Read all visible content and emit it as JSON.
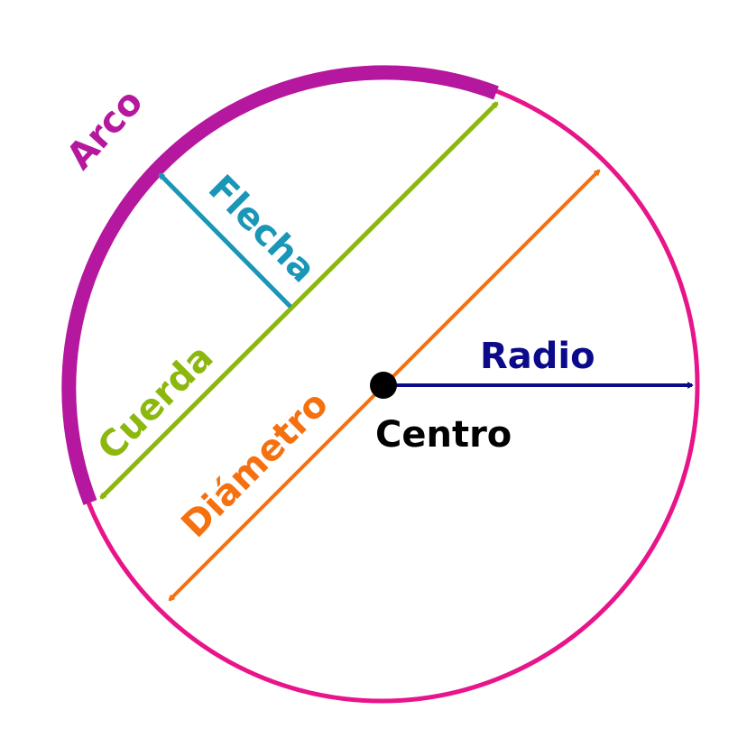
{
  "labels": {
    "arco": "Arco",
    "flecha": "Flecha",
    "cuerda": "Cuerda",
    "diametro": "Diámetro",
    "radio": "Radio",
    "centro": "Centro"
  },
  "colors": {
    "circle": "#e8158a",
    "arco": "#b5179e",
    "flecha": "#1a96b6",
    "cuerda": "#8cb80e",
    "diametro": "#f5700e",
    "radio": "#0b0a8a",
    "centro": "#000000"
  }
}
